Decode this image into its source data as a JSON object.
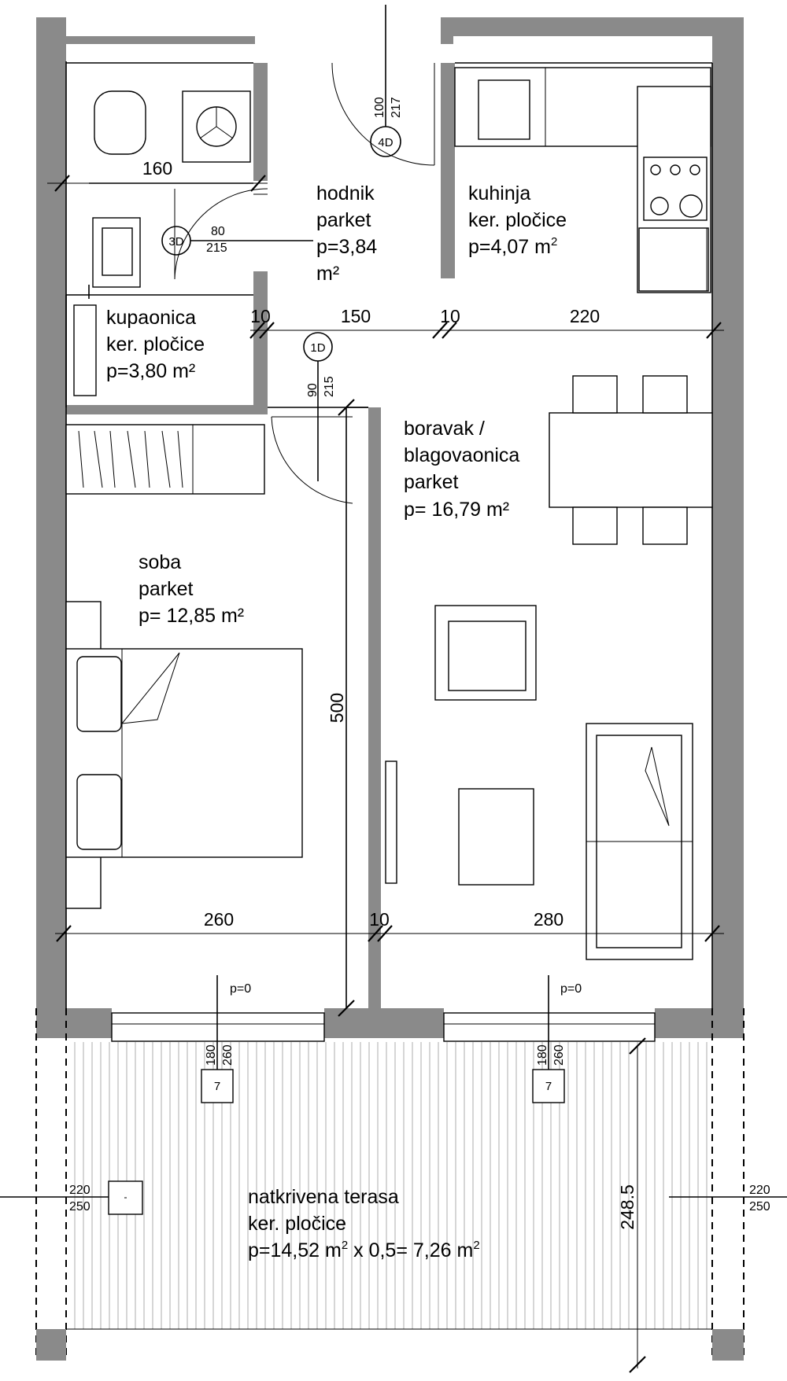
{
  "rooms": {
    "kupaonica": {
      "name": "kupaonica",
      "floor": "ker. pločice",
      "area": "p=3,80 m²"
    },
    "hodnik": {
      "name": "hodnik",
      "floor": "parket",
      "area": "p=3,84",
      "area_unit": "m²"
    },
    "kuhinja": {
      "name": "kuhinja",
      "floor": "ker. pločice",
      "area": "p=4,07 m",
      "area_sup": "2"
    },
    "soba": {
      "name": "soba",
      "floor": "parket",
      "area": "p= 12,85 m²"
    },
    "boravak": {
      "name": "boravak /",
      "name2": "blagovaonica",
      "floor": "parket",
      "area": "p= 16,79 m²"
    },
    "terasa": {
      "name": "natkrivena terasa",
      "floor": "ker. pločice",
      "area_a": "p=14,52 m",
      "area_b": " x 0,5= 7,26 m",
      "sup": "2"
    }
  },
  "dimensions": {
    "bath_width": "160",
    "wall_a": "10",
    "hall_width": "150",
    "wall_b": "10",
    "kitchen_width": "220",
    "room_depth": "500",
    "soba_width": "260",
    "wall_c": "10",
    "living_width": "280",
    "terrace_depth": "248.5"
  },
  "doors": {
    "d4": {
      "tag": "4D",
      "w": "100",
      "h": "217"
    },
    "d3": {
      "tag": "3D",
      "w": "80",
      "h": "215"
    },
    "d1": {
      "tag": "1D",
      "w": "90",
      "h": "215"
    }
  },
  "windows": {
    "left": {
      "tag": "7",
      "w": "180",
      "h": "260",
      "sill": "p=0"
    },
    "right": {
      "tag": "7",
      "w": "180",
      "h": "260",
      "sill": "p=0"
    }
  },
  "openings": {
    "west": {
      "w": "220",
      "h": "250"
    },
    "east": {
      "w": "220",
      "h": "250"
    }
  }
}
